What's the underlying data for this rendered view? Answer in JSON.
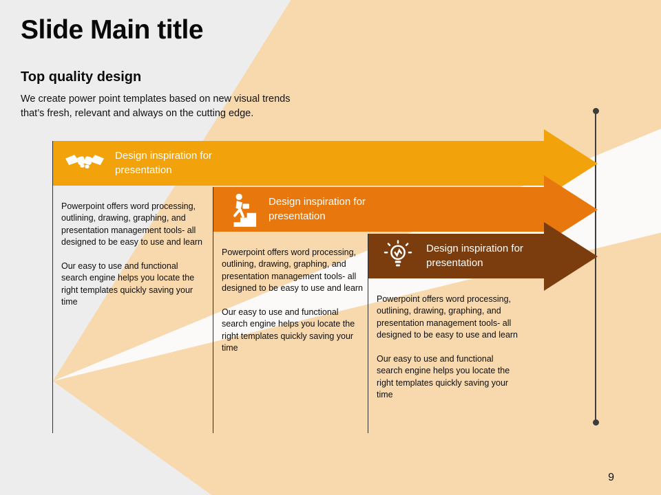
{
  "slide": {
    "title": "Slide Main title",
    "subtitle": "Top quality design",
    "intro_line1": "We create power point templates based on new visual trends",
    "intro_line2": "that’s fresh, relevant and always on the cutting edge.",
    "page_number": "9"
  },
  "colors": {
    "step1_amber": "#F2A20B",
    "step2_orange": "#E8770E",
    "step3_brown": "#7C3D0E",
    "background_gray": "#EDEDEE",
    "background_peach": "#F8D9AD",
    "timeline": "#3D3D3D"
  },
  "steps": [
    {
      "heading": "Design inspiration for presentation",
      "icon": "handshake-icon",
      "color": "#F2A20B",
      "body_par1": "Powerpoint offers word processing, outlining, drawing, graphing, and presentation management tools- all designed to be easy to use and learn",
      "body_par2": "Our easy to use and functional search engine helps you locate the right templates quickly saving your time"
    },
    {
      "heading": "Design inspiration for presentation",
      "icon": "businessman-stairs-icon",
      "color": "#E8770E",
      "body_par1": "Powerpoint offers word processing, outlining, drawing, graphing, and presentation management tools- all designed to be easy to use and learn",
      "body_par2": "Our easy to use and functional search engine helps you locate the right templates quickly saving your time"
    },
    {
      "heading": "Design inspiration for presentation",
      "icon": "lightbulb-icon",
      "color": "#7C3D0E",
      "body_par1": "Powerpoint offers word processing, outlining, drawing, graphing, and presentation management tools- all designed to be easy to use and learn",
      "body_par2": "Our easy to use and functional search engine helps you locate the right templates quickly saving your time"
    }
  ]
}
